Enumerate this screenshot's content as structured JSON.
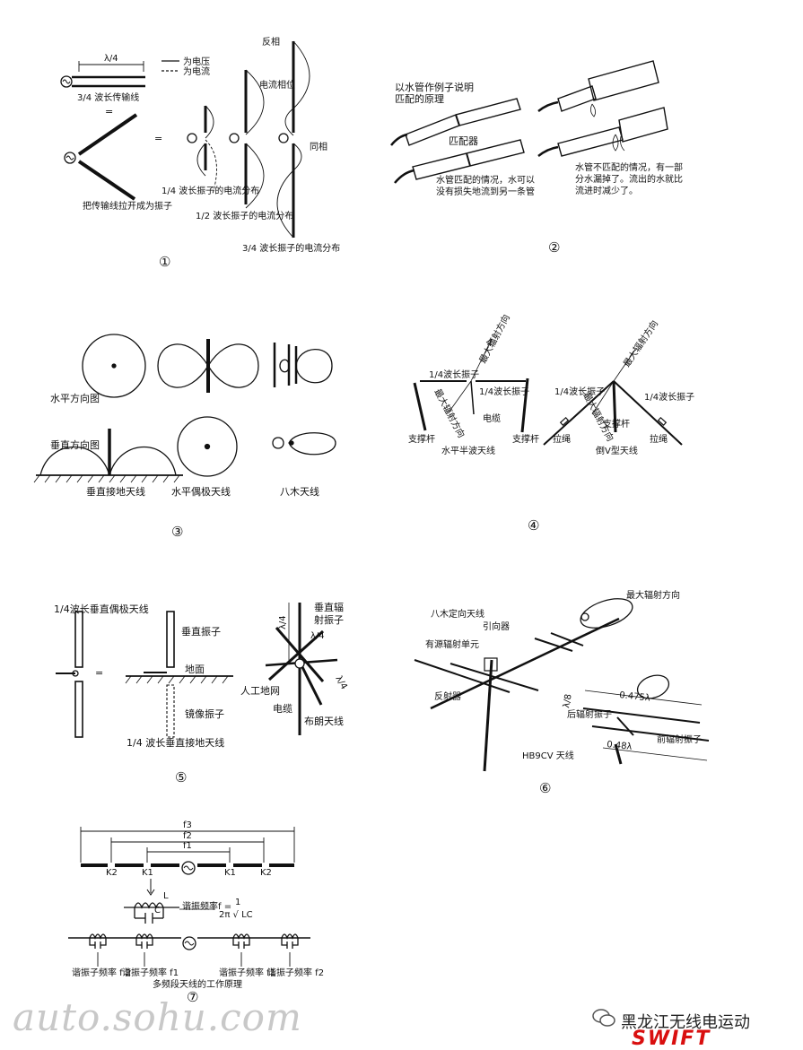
{
  "panel1": {
    "num": "①",
    "lambda4": "λ/4",
    "legend_voltage": "为电压",
    "legend_current": "为电流",
    "line_label": "3/4 波长传输线",
    "eq1": "=",
    "eq2": "=",
    "pull": "把传输线拉开成为振子",
    "quarter": "1/4 波长振子的电流分布",
    "half": "1/2 波长振子的电流分布",
    "threeq": "3/4 波长振子的电流分布",
    "reverse": "反相",
    "current_phase": "电流相位",
    "same": "同相"
  },
  "panel2": {
    "num": "②",
    "title1": "以水管作例子说明",
    "title2": "匹配的原理",
    "matcher": "匹配器",
    "match1": "水管匹配的情况，水可以",
    "match2": "没有损失地流到另一条管",
    "mis1": "水管不匹配的情况，有一部",
    "mis2": "分水漏掉了。流出的水就比",
    "mis3": "流进时减少了。"
  },
  "panel3": {
    "num": "③",
    "horizontal": "水平方向图",
    "vertical": "垂直方向图",
    "ground": "垂直接地天线",
    "dipole": "水平偶极天线",
    "yagi": "八木天线"
  },
  "panel4": {
    "num": "④",
    "max_left": "最大辐射方向",
    "max_down": "最大辐射方向",
    "max_right": "最大辐射方向",
    "max_right_down": "最大辐射方向",
    "q1": "1/4波长振子",
    "q2": "1/4波长振子",
    "q3": "1/4波长振子",
    "q4": "1/4波长振子",
    "cable": "电缆",
    "pole1": "支撑杆",
    "pole2": "支撑杆",
    "pole3": "支撑杆",
    "rope1": "拉绳",
    "rope2": "拉绳",
    "half_ant": "水平半波天线",
    "invv": "倒V型天线"
  },
  "panel5": {
    "num": "⑤",
    "title": "1/4波长垂直偶极天线",
    "vert": "垂直振子",
    "groundlabel": "地面",
    "mirror": "镜像振子",
    "eq": "=",
    "bottom": "1/4 波长垂直接地天线",
    "vrad1": "垂直辐",
    "vrad2": "射振子",
    "lambda4a": "λ/4",
    "lambda4b": "λ/4",
    "lambda4c": "λ/4",
    "artificial": "人工地网",
    "cable": "电缆",
    "brown": "布朗天线"
  },
  "panel6": {
    "num": "⑥",
    "max": "最大辐射方向",
    "yagi": "八木定向天线",
    "director": "引向器",
    "driven": "有源辐射单元",
    "reflector": "反射器",
    "l8": "λ/8",
    "l0475": "0.475λ",
    "l048": "0.48λ",
    "rear": "后辐射振子",
    "front": "前辐射振子",
    "hb9cv": "HB9CV 天线"
  },
  "panel7": {
    "num": "⑦",
    "f3": "f3",
    "f2": "f2",
    "f1": "f1",
    "k2a": "K2",
    "k1a": "K1",
    "k1b": "K1",
    "k2b": "K2",
    "L": "L",
    "C": "C",
    "resonance": "谐振频率f =",
    "num1": "1",
    "den": "2π √ LC",
    "tf2a": "谐振子频率 f 2",
    "tf1a": "谐振子频率 f1",
    "tf1b": "谐振子频率 f1",
    "tf2b": "谐振子频率 f2",
    "caption": "多频段天线的工作原理"
  },
  "footer": {
    "watermark": "auto.sohu.com",
    "brand": "黑龙江无线电运动",
    "swift": "SWIFT"
  }
}
